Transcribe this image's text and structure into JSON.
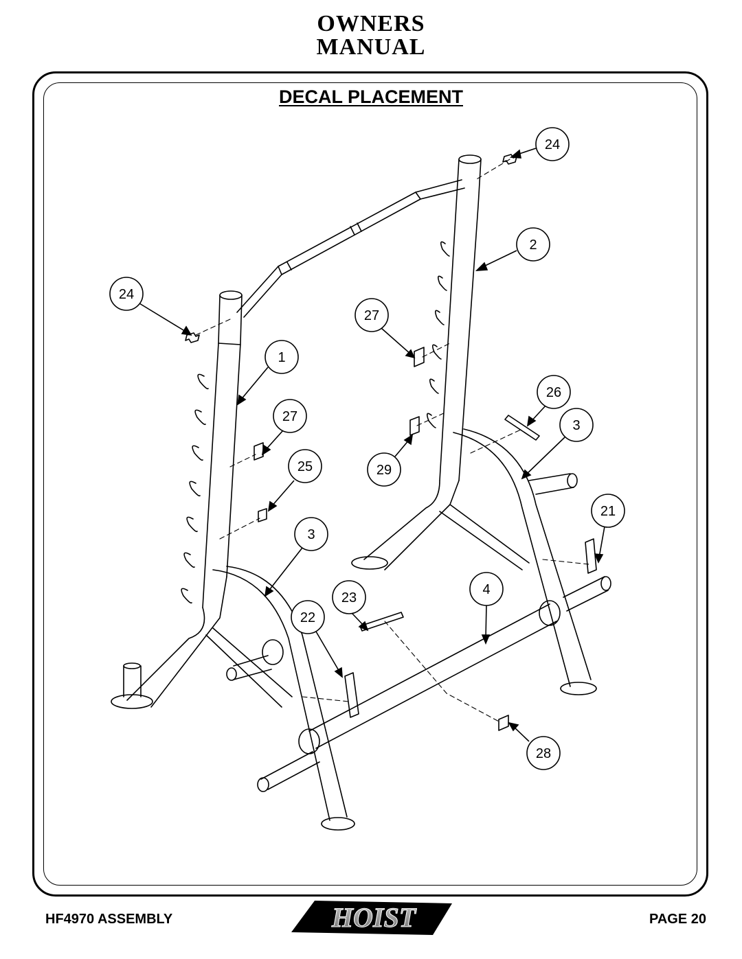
{
  "header": {
    "line1": "OWNERS",
    "line2": "MANUAL"
  },
  "title": "DECAL PLACEMENT",
  "callouts": [
    "24",
    "2",
    "24",
    "27",
    "1",
    "26",
    "27",
    "3",
    "25",
    "29",
    "21",
    "3",
    "23",
    "4",
    "22",
    "28"
  ],
  "footer": {
    "left": "HF4970 ASSEMBLY",
    "right": "PAGE 20",
    "logo": "HOIST"
  }
}
